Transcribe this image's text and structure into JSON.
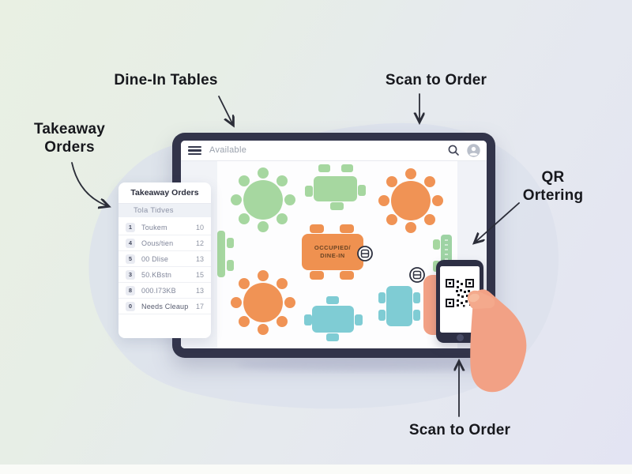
{
  "annotations": {
    "dine_in": "Dine-In Tables",
    "scan_top": "Scan to Order",
    "takeaway_l1": "Takeaway",
    "takeaway_l2": "Orders",
    "qr_l1": "QR",
    "qr_l2": "Ortering",
    "scan_bottom": "Scan to Order"
  },
  "tablet": {
    "topbar": {
      "status": "Available",
      "icons": [
        "menu-icon",
        "search-icon",
        "avatar-icon"
      ]
    },
    "floorplan": {
      "occupied_l1": "OCCUPIED/",
      "occupied_l2": "DINE-IN"
    }
  },
  "panel": {
    "title": "Takeaway Orders",
    "subtitle": "Tola Tidves",
    "rows": [
      {
        "badge": "1",
        "label": "Toukem",
        "value": "10"
      },
      {
        "badge": "4",
        "label": "Oous/tien",
        "value": "12"
      },
      {
        "badge": "5",
        "label": "00 Dlise",
        "value": "13"
      },
      {
        "badge": "3",
        "label": "50.KBstn",
        "value": "15"
      },
      {
        "badge": "8",
        "label": "000.I73KB",
        "value": "13"
      },
      {
        "badge": "0",
        "label": "Needs Cleaup",
        "value": "17"
      }
    ]
  },
  "colors": {
    "table_available_green": "#a6d7a0",
    "table_occupied_orange": "#f09355",
    "table_reserved_teal": "#7fccd4",
    "tablet_frame": "#32344a",
    "hand_skin": "#f2a185",
    "annotation_text": "#17181d"
  }
}
